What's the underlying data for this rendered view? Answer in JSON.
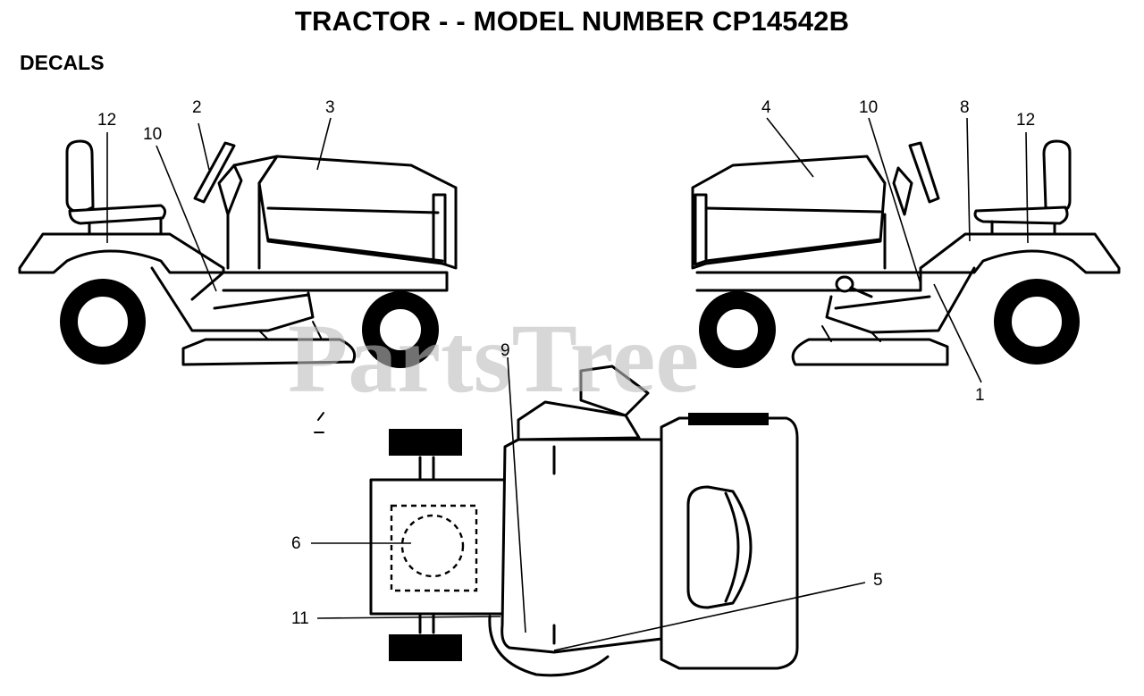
{
  "header": {
    "title": "TRACTOR - - MODEL NUMBER CP14542B",
    "section": "DECALS"
  },
  "watermark": "PartsTree",
  "callouts": [
    "12",
    "2",
    "3",
    "10",
    "4",
    "10",
    "8",
    "12",
    "1",
    "9",
    "6",
    "11",
    "5"
  ]
}
